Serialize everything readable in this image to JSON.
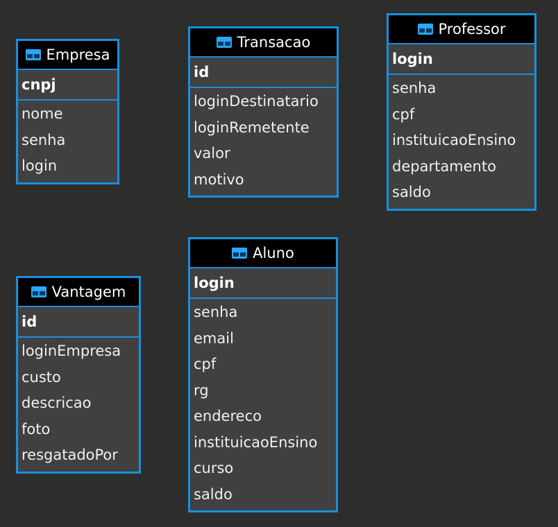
{
  "icon": "table-icon",
  "colors": {
    "background": "#2d2d2d",
    "border": "#1a8fe0",
    "header": "#000000",
    "body": "#404040",
    "text": "#ffffff"
  },
  "entities": {
    "empresa": {
      "name": "Empresa",
      "pk": "cnpj",
      "fields": [
        "nome",
        "senha",
        "login"
      ]
    },
    "transacao": {
      "name": "Transacao",
      "pk": "id",
      "fields": [
        "loginDestinatario",
        "loginRemetente",
        "valor",
        "motivo"
      ]
    },
    "professor": {
      "name": "Professor",
      "pk": "login",
      "fields": [
        "senha",
        "cpf",
        "instituicaoEnsino",
        "departamento",
        "saldo"
      ]
    },
    "vantagem": {
      "name": "Vantagem",
      "pk": "id",
      "fields": [
        "loginEmpresa",
        "custo",
        "descricao",
        "foto",
        "resgatadoPor"
      ]
    },
    "aluno": {
      "name": "Aluno",
      "pk": "login",
      "fields": [
        "senha",
        "email",
        "cpf",
        "rg",
        "endereco",
        "instituicaoEnsino",
        "curso",
        "saldo"
      ]
    }
  }
}
